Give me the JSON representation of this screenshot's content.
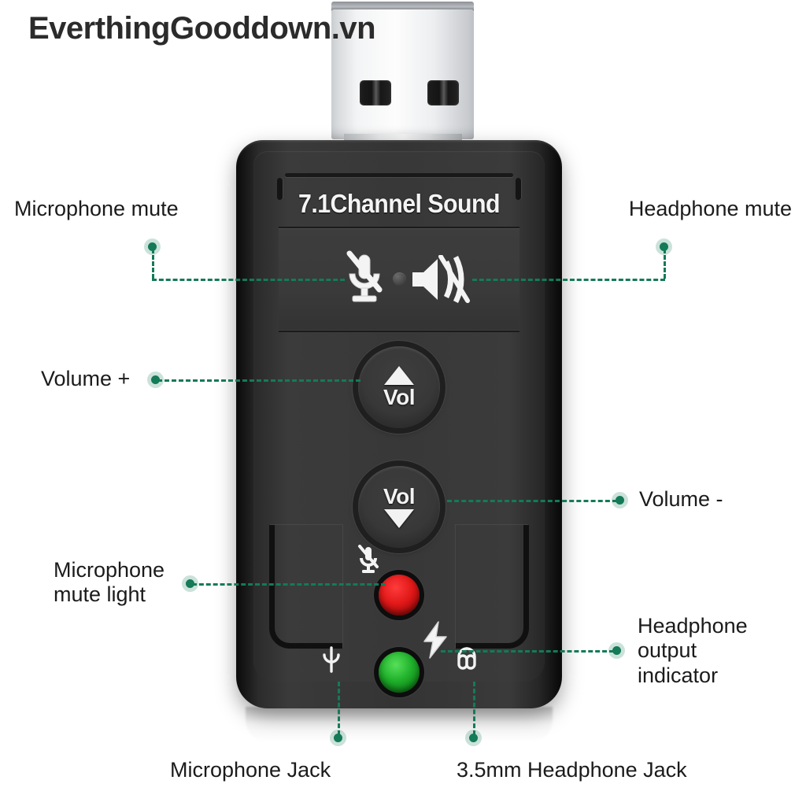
{
  "watermark": {
    "text": "EverthingGooddown.vn"
  },
  "product": {
    "brand_label": "7.1Channel Sound",
    "volume_up_label": "Vol",
    "volume_down_label": "Vol"
  },
  "callouts": [
    {
      "id": "microphone-mute",
      "label": "Microphone mute"
    },
    {
      "id": "headphone-mute",
      "label": "Headphone mute"
    },
    {
      "id": "volume-up",
      "label": "Volume +"
    },
    {
      "id": "volume-down",
      "label": "Volume -"
    },
    {
      "id": "microphone-mute-light",
      "label": "Microphone\nmute light"
    },
    {
      "id": "headphone-output-indicator",
      "label": "Headphone\noutput\nindicator"
    },
    {
      "id": "microphone-jack",
      "label": "Microphone Jack"
    },
    {
      "id": "headphone-jack",
      "label": "3.5mm Headphone Jack"
    }
  ],
  "colors": {
    "leader_line": "#147a58",
    "led_microphone_mute": "#e01818",
    "led_headphone_output": "#1faf2a",
    "device_body": "#343434",
    "usb_connector": "#f3f4f5",
    "text": "#1b1b1b"
  },
  "icons": {
    "microphone_mute": "microphone-mute-icon",
    "speaker_mute": "speaker-mute-icon",
    "microphone_jack": "microphone-icon",
    "headphone_jack": "headphone-icon",
    "power_bolt": "lightning-bolt-icon"
  }
}
